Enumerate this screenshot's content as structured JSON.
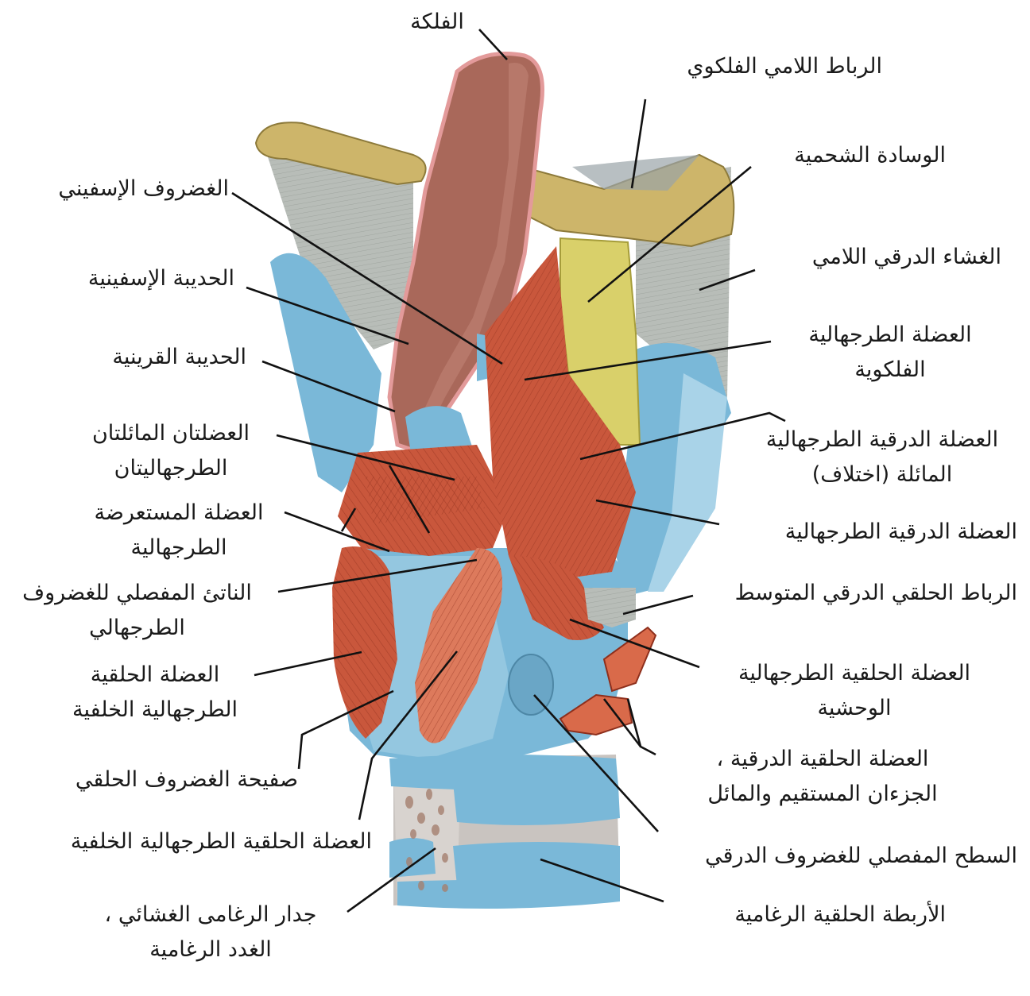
{
  "labels": {
    "epiglottis": "الفلكة",
    "hyoepiglottic_ligament": "الرباط اللامي الفلكوي",
    "fat_pad": "الوسادة الشحمية",
    "cuneiform_cartilage": "الغضروف الإسفيني",
    "thyrohyoid_membrane": "الغشاء الدرقي اللامي",
    "cuneiform_tubercle": "الحديبة الإسفينية",
    "aryepiglottic_muscle": [
      "العضلة الطرجهالية",
      "الفلكوية"
    ],
    "corniculate_tubercle": "الحديبة القرينية",
    "oblique_thyroarytenoid_muscle": [
      "العضلة الدرقية الطرجهالية",
      "المائلة (اختلاف)"
    ],
    "oblique_arytenoid_muscles": [
      "العضلتان المائلتان",
      "الطرجهاليتان"
    ],
    "transverse_arytenoid_muscle": [
      "العضلة المستعرضة",
      "الطرجهالية"
    ],
    "thyroarytenoid_muscle": "العضلة الدرقية الطرجهالية",
    "median_cricothyroid_ligament": "الرباط الحلقي الدرقي المتوسط",
    "muscular_process": [
      "الناتئ المفصلي للغضروف",
      "الطرجهالي"
    ],
    "lateral_cricoarytenoid_muscle": [
      "العضلة الحلقية الطرجهالية",
      "الوحشية"
    ],
    "posterior_cricoarytenoid_muscle_1": [
      "العضلة الحلقية",
      "الطرجهالية الخلفية"
    ],
    "cricothyroid_muscle": [
      "العضلة الحلقية الدرقية ،",
      "الجزءان المستقيم والمائل"
    ],
    "cricoid_lamina": "صفيحة الغضروف الحلقي",
    "articular_surface_thyroid": "السطح المفصلي للغضروف الدرقي",
    "posterior_cricoarytenoid_muscle_2": "العضلة الحلقية الطرجهالية الخلفية",
    "tracheal_wall": [
      "جدار الرغامى الغشائي ،",
      "الغدد الرغامية"
    ],
    "cricotracheal_ligaments": "الأربطة الحلقية الرغامية"
  },
  "colors": {
    "cartilage_blue": "#7ab8d8",
    "cartilage_blue_light": "#a9d3e8",
    "muscle_red": "#c9573c",
    "muscle_light": "#dd7a5c",
    "epiglottis_brown": "#a9685a",
    "epiglottis_edge": "#e39a9a",
    "hyoid_tan": "#cdb56a",
    "fat_yellow": "#d9d06a",
    "membrane_gray": "#b8bdb8",
    "trachea_gray": "#c9c4c0",
    "leader": "#111111"
  }
}
